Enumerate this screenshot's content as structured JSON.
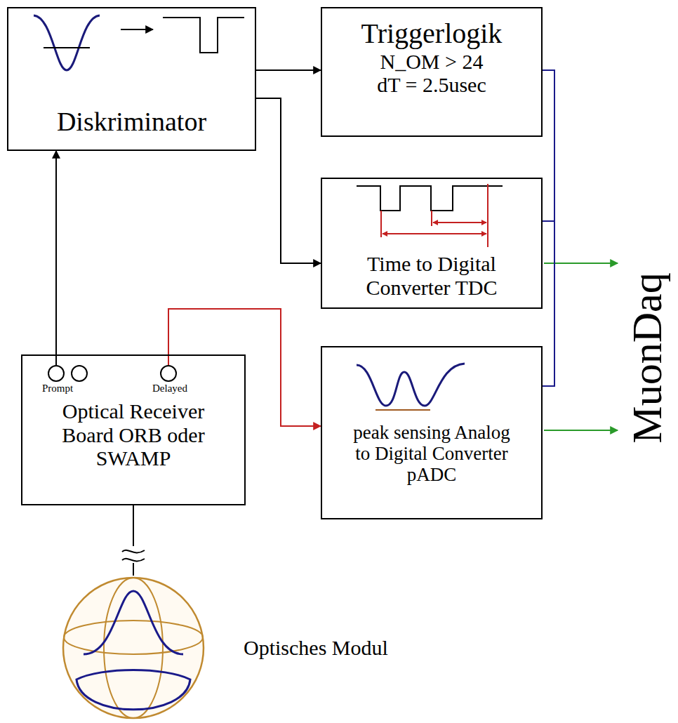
{
  "diagram": {
    "nodes": [
      {
        "text": [
          "Diskriminator"
        ]
      },
      {
        "text": [
          "Triggerlogik",
          "N_OM > 24 dT = 2.5usec"
        ]
      },
      {
        "text": [
          "Time to Digital Converter TDC"
        ]
      },
      {
        "text": [
          "peak sensing Analog to Digital Converter pADC"
        ]
      },
      {
        "text": [
          "Prompt",
          "Delayed",
          "Optical Receiver Board ORB oder SWAMP"
        ]
      },
      {
        "text": [
          "Optisches Modul"
        ]
      }
    ],
    "edges": [
      {
        "from": 4,
        "to": 0,
        "arrow": "to"
      },
      {
        "from": 0,
        "to": 1,
        "arrow": "to"
      },
      {
        "from": 0,
        "to": 2,
        "arrow": "to"
      },
      {
        "from": 4,
        "to": 3,
        "arrow": "to"
      },
      {
        "from": 1,
        "to": 2,
        "arrow": "none"
      },
      {
        "from": 1,
        "to": 3,
        "arrow": "none"
      },
      {
        "from": 5,
        "to": 4,
        "arrow": "none"
      }
    ],
    "labels": [
      "MuonDaq"
    ]
  }
}
